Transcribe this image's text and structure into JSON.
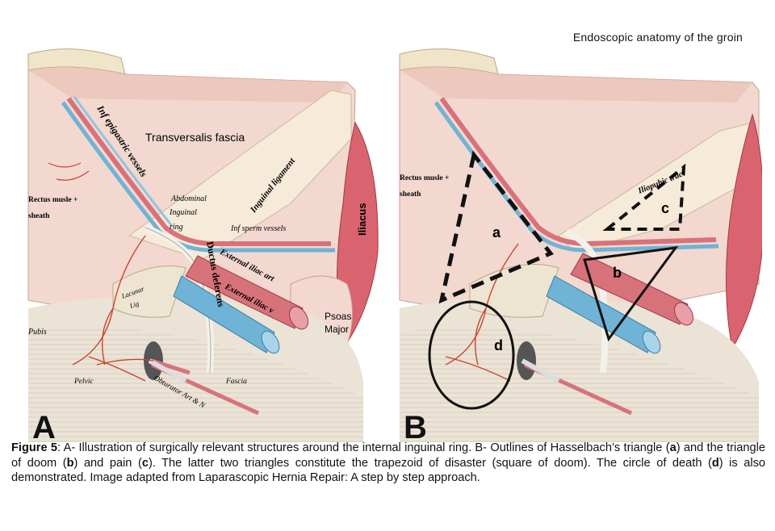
{
  "header": {
    "title": "Endoscopic anatomy of the groin"
  },
  "panel_a": {
    "letter": "A",
    "labels": {
      "transversalis": "Transversalis fascia",
      "inf_epigastric": "Inf epigastric vessels",
      "rectus_1": "Rectus musle +",
      "rectus_2": "sheath",
      "abdominal_ring_1": "Abdominal",
      "abdominal_ring_2": "Inguinal",
      "abdominal_ring_3": "ring",
      "inguinal_ligament": "Inguinal ligament",
      "inf_sperm": "Inf sperm vessels",
      "iliacus": "Iliacus",
      "ext_iliac_art": "External iliac art",
      "ext_iliac_v": "External iliac v",
      "ductus": "Ductus deferens",
      "lacunar_1": "Lacunar",
      "lacunar_2": "Lig",
      "psoas_1": "Psoas",
      "psoas_2": "Major",
      "pubis": "Pubis",
      "pelvic": "Pelvic",
      "fascia": "Fascia",
      "obturator": "Obturator Art & N"
    }
  },
  "panel_b": {
    "letter": "B",
    "labels": {
      "rectus_1": "Rectus musle +",
      "rectus_2": "sheath",
      "iliopubic": "Iliopubic tract",
      "a": "a",
      "b": "b",
      "c": "c",
      "d": "d"
    }
  },
  "caption": {
    "figure_label": "Figure 5",
    "part1": ": A- Illustration of surgically relevant structures around the internal inguinal ring. B- Outlines of Hasselbach’s triangle (",
    "a": "a",
    "part2": ") and the triangle of doom (",
    "b": "b",
    "part3": ") and pain (",
    "c": "c",
    "part4": "). The latter two triangles constitute the trapezoid of disaster (square of doom). The circle of death (",
    "d": "d",
    "part5": ") is also demonstrated. Image adapted from Laparascopic Hernia Repair: A step by step approach."
  },
  "colors": {
    "wall": "#f2d8cf",
    "wall_dark": "#e6b8a8",
    "fascia": "#f6ead9",
    "floor": "#eae3d6",
    "muscle": "#d9646f",
    "artery": "#d8727a",
    "vein": "#6fb3d6",
    "nerve": "#c9442f",
    "outline": "#111111"
  }
}
